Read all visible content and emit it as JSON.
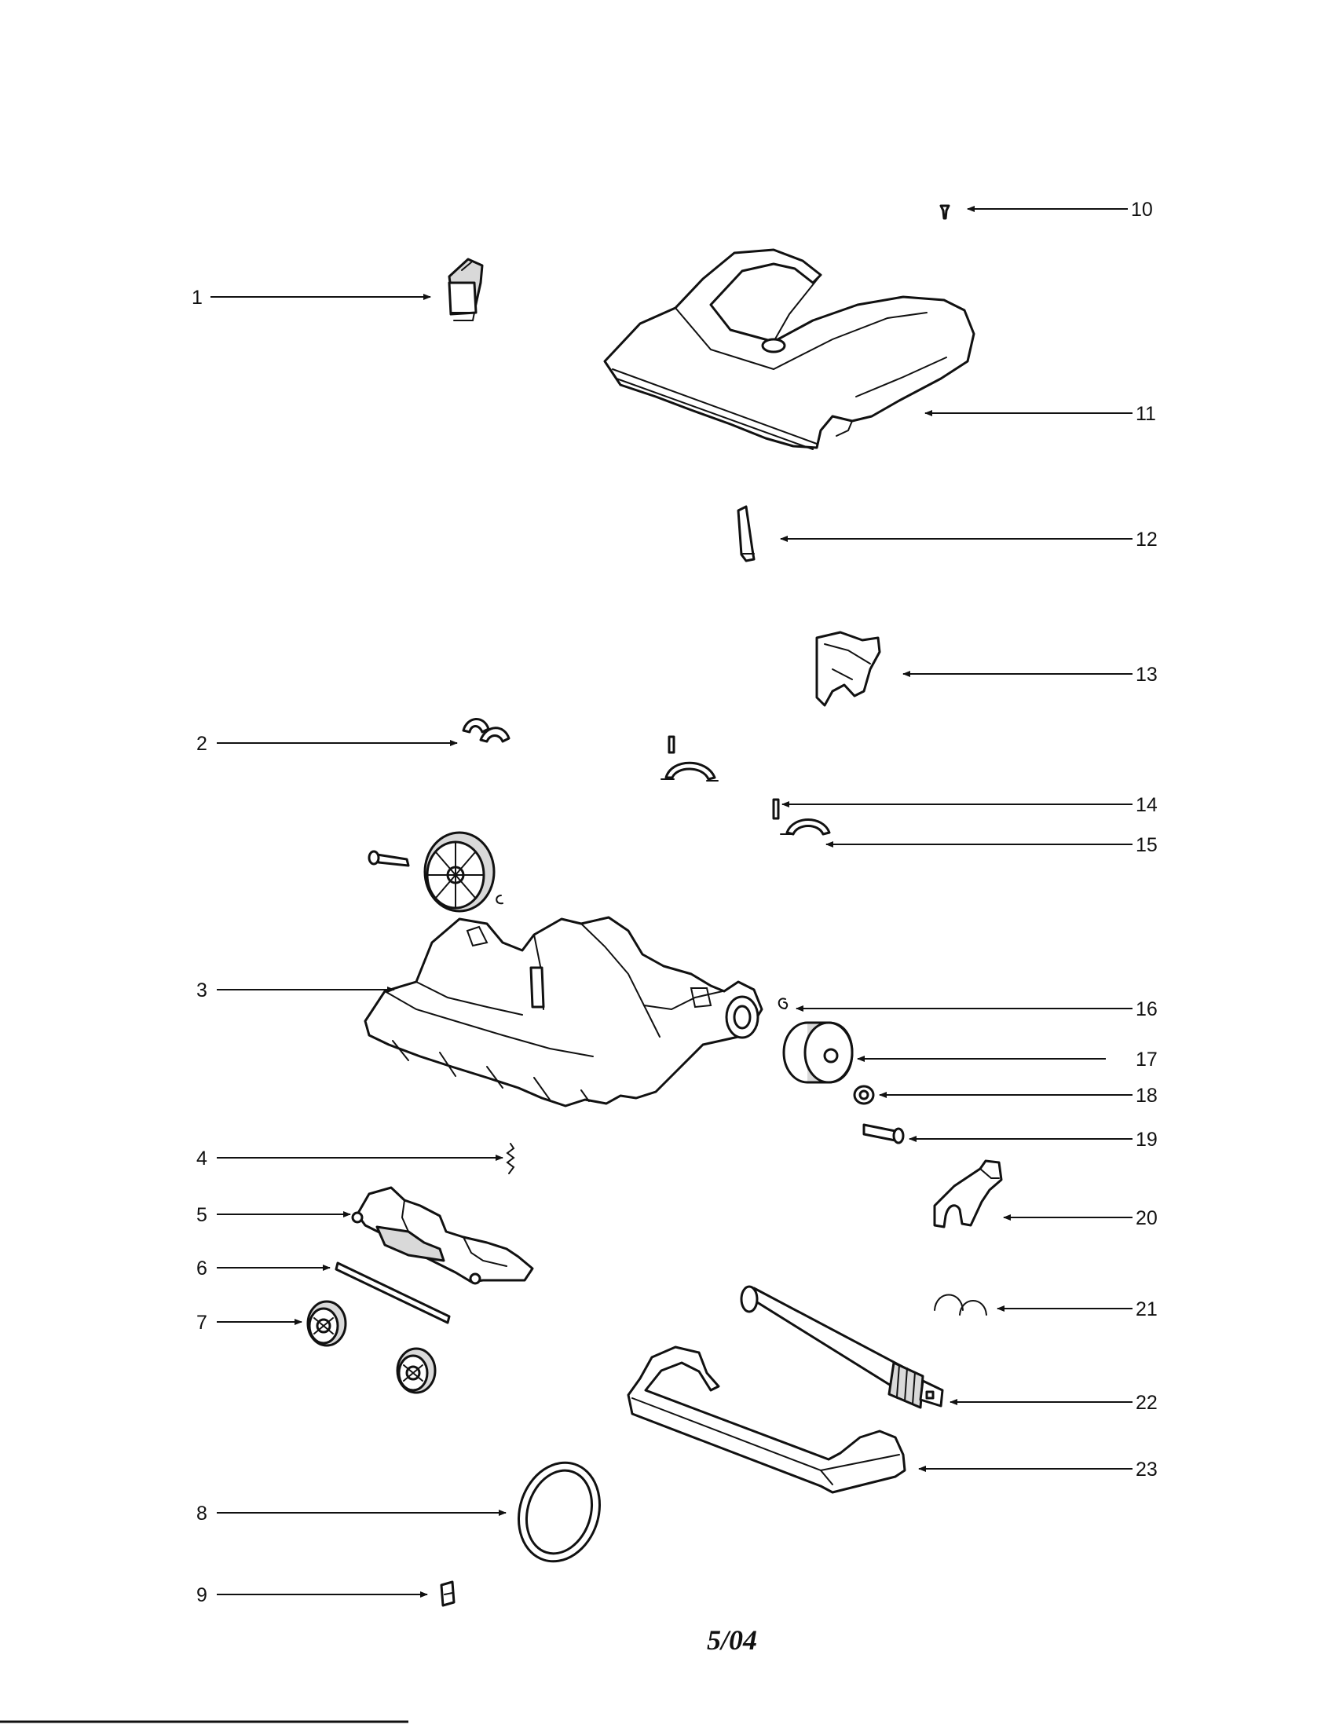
{
  "diagram": {
    "date_code": "5/04",
    "callouts": [
      {
        "id": "1",
        "label": "1"
      },
      {
        "id": "2",
        "label": "2"
      },
      {
        "id": "3",
        "label": "3"
      },
      {
        "id": "4",
        "label": "4"
      },
      {
        "id": "5",
        "label": "5"
      },
      {
        "id": "6",
        "label": "6"
      },
      {
        "id": "7",
        "label": "7"
      },
      {
        "id": "8",
        "label": "8"
      },
      {
        "id": "9",
        "label": "9"
      },
      {
        "id": "10",
        "label": "10"
      },
      {
        "id": "11",
        "label": "11"
      },
      {
        "id": "12",
        "label": "12"
      },
      {
        "id": "13",
        "label": "13"
      },
      {
        "id": "14",
        "label": "14"
      },
      {
        "id": "15",
        "label": "15"
      },
      {
        "id": "16",
        "label": "16"
      },
      {
        "id": "17",
        "label": "17"
      },
      {
        "id": "18",
        "label": "18"
      },
      {
        "id": "19",
        "label": "19"
      },
      {
        "id": "20",
        "label": "20"
      },
      {
        "id": "21",
        "label": "21"
      },
      {
        "id": "22",
        "label": "22"
      },
      {
        "id": "23",
        "label": "23"
      }
    ]
  }
}
